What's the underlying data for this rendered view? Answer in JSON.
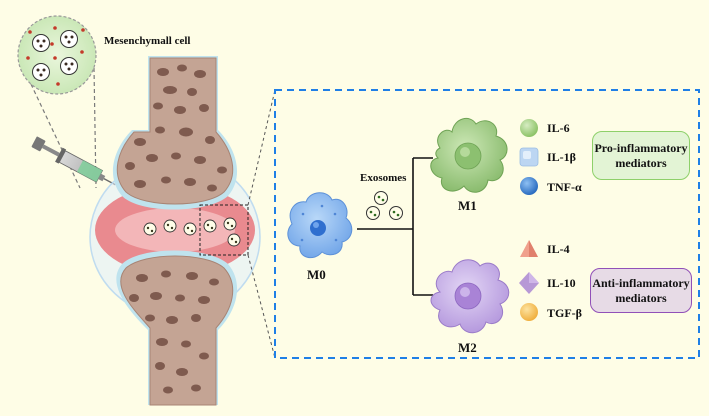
{
  "labels": {
    "mesenchymal": "Mesenchymall cell",
    "exosomes": "Exosomes",
    "m0": "M0",
    "m1": "M1",
    "m2": "M2"
  },
  "mediators": {
    "m1": [
      {
        "name": "IL-6",
        "shape": "sphere",
        "color": "#9fce7a"
      },
      {
        "name": "IL-1β",
        "shape": "cube",
        "color": "#bcd6f2"
      },
      {
        "name": "TNF-α",
        "shape": "sphere",
        "color": "#3b7fd0"
      }
    ],
    "m2": [
      {
        "name": "IL-4",
        "shape": "pyramid",
        "color": "#f0a08c"
      },
      {
        "name": "IL-10",
        "shape": "diamond",
        "color": "#b799d6"
      },
      {
        "name": "TGF-β",
        "shape": "sphere",
        "color": "#f6c25a"
      }
    ]
  },
  "boxes": {
    "pro": {
      "line1": "Pro-inflammatory",
      "line2": "mediators",
      "fill": "#e3f4d5",
      "border": "#8ed06a"
    },
    "anti": {
      "line1": "Anti-inflammatory",
      "line2": "mediators",
      "fill": "#e7dbe6",
      "border": "#9150b8"
    }
  },
  "colors": {
    "background": "#fefde6",
    "dashed_frame": "#1f7fe6",
    "bone": "#c4a494",
    "bone_pore": "#7f5b4f",
    "cartilage": "#bfe3ee",
    "synovium": "#e98a8f",
    "m0_cell": "#7eb2ee",
    "m1_cell": "#95c47a",
    "m2_cell": "#c2a7e3"
  }
}
